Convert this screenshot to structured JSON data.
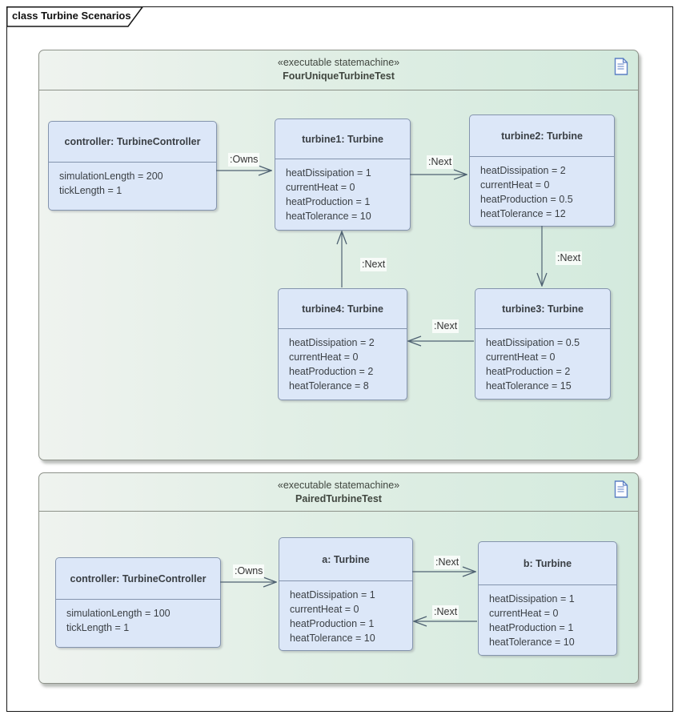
{
  "diagram": {
    "title": "class Turbine Scenarios"
  },
  "colors": {
    "frame_fill_left": "#eff3ef",
    "frame_fill_right": "#d3eadd",
    "frame_border": "#8d9289",
    "node_fill": "#dce7f8",
    "node_border": "#8494ad",
    "connector": "#4f6272",
    "text": "#3a3f44",
    "label_background": "#fdfefd",
    "icon_blue": "#5b7fc4",
    "outer_border": "#161616"
  },
  "frames": [
    {
      "stereotype": "«executable statemachine»",
      "name": "FourUniqueTurbineTest",
      "icon": "document-icon",
      "nodes": [
        {
          "id": "controller",
          "title": "controller: TurbineController",
          "attrs": [
            "simulationLength = 200",
            "tickLength = 1"
          ]
        },
        {
          "id": "turbine1",
          "title": "turbine1: Turbine",
          "attrs": [
            "heatDissipation = 1",
            "currentHeat = 0",
            "heatProduction = 1",
            "heatTolerance = 10"
          ]
        },
        {
          "id": "turbine2",
          "title": "turbine2: Turbine",
          "attrs": [
            "heatDissipation = 2",
            "currentHeat = 0",
            "heatProduction = 0.5",
            "heatTolerance = 12"
          ]
        },
        {
          "id": "turbine3",
          "title": "turbine3: Turbine",
          "attrs": [
            "heatDissipation = 0.5",
            "currentHeat = 0",
            "heatProduction = 2",
            "heatTolerance = 15"
          ]
        },
        {
          "id": "turbine4",
          "title": "turbine4: Turbine",
          "attrs": [
            "heatDissipation = 2",
            "currentHeat = 0",
            "heatProduction = 2",
            "heatTolerance = 8"
          ]
        }
      ],
      "connectors": [
        {
          "label": ":Owns",
          "from": "controller",
          "to": "turbine1"
        },
        {
          "label": ":Next",
          "from": "turbine1",
          "to": "turbine2"
        },
        {
          "label": ":Next",
          "from": "turbine2",
          "to": "turbine3"
        },
        {
          "label": ":Next",
          "from": "turbine3",
          "to": "turbine4"
        },
        {
          "label": ":Next",
          "from": "turbine4",
          "to": "turbine1"
        }
      ]
    },
    {
      "stereotype": "«executable statemachine»",
      "name": "PairedTurbineTest",
      "icon": "document-icon",
      "nodes": [
        {
          "id": "controller",
          "title": "controller: TurbineController",
          "attrs": [
            "simulationLength = 100",
            "tickLength = 1"
          ]
        },
        {
          "id": "a",
          "title": "a: Turbine",
          "attrs": [
            "heatDissipation = 1",
            "currentHeat = 0",
            "heatProduction = 1",
            "heatTolerance = 10"
          ]
        },
        {
          "id": "b",
          "title": "b: Turbine",
          "attrs": [
            "heatDissipation = 1",
            "currentHeat = 0",
            "heatProduction = 1",
            "heatTolerance = 10"
          ]
        }
      ],
      "connectors": [
        {
          "label": ":Owns",
          "from": "controller",
          "to": "a"
        },
        {
          "label": ":Next",
          "from": "a",
          "to": "b"
        },
        {
          "label": ":Next",
          "from": "b",
          "to": "a"
        }
      ]
    }
  ]
}
